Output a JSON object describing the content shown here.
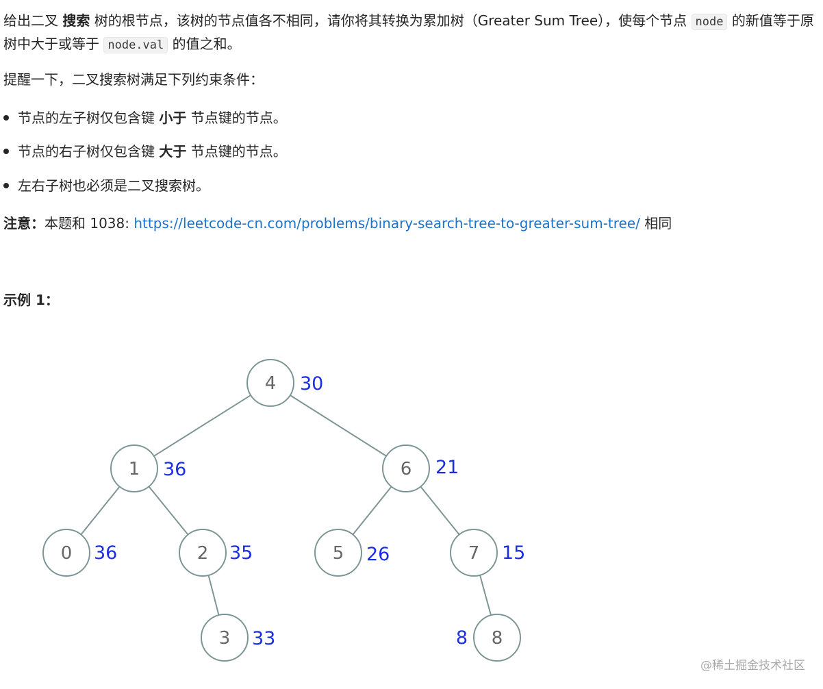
{
  "intro": {
    "part1": "给出二叉 ",
    "bold1": "搜索",
    "part2": " 树的根节点，该树的节点值各不相同，请你将其转换为累加树（Greater Sum Tree），使每个节点 ",
    "code1": "node",
    "part3": " 的新值等于原树中大于或等于 ",
    "code2": "node.val",
    "part4": " 的值之和。"
  },
  "reminder": "提醒一下，二叉搜索树满足下列约束条件：",
  "constraints": [
    {
      "pre": "节点的左子树仅包含键 ",
      "bold": "小于",
      "post": " 节点键的节点。"
    },
    {
      "pre": "节点的右子树仅包含键 ",
      "bold": "大于",
      "post": " 节点键的节点。"
    },
    {
      "pre": "左右子树也必须是二叉搜索树。",
      "bold": "",
      "post": ""
    }
  ],
  "note": {
    "label": "注意：",
    "text": "本题和 1038: ",
    "link": "https://leetcode-cn.com/problems/binary-search-tree-to-greater-sum-tree/",
    "suffix": " 相同"
  },
  "example_title": "示例 1：",
  "tree": {
    "nodes": [
      {
        "id": "n4",
        "val": "4",
        "sum": "30"
      },
      {
        "id": "n1",
        "val": "1",
        "sum": "36"
      },
      {
        "id": "n6",
        "val": "6",
        "sum": "21"
      },
      {
        "id": "n0",
        "val": "0",
        "sum": "36"
      },
      {
        "id": "n2",
        "val": "2",
        "sum": "35"
      },
      {
        "id": "n5",
        "val": "5",
        "sum": "26"
      },
      {
        "id": "n7",
        "val": "7",
        "sum": "15"
      },
      {
        "id": "n3",
        "val": "3",
        "sum": "33"
      },
      {
        "id": "n8",
        "val": "8",
        "sum": "8"
      }
    ],
    "edges": [
      [
        "n4",
        "n1"
      ],
      [
        "n4",
        "n6"
      ],
      [
        "n1",
        "n0"
      ],
      [
        "n1",
        "n2"
      ],
      [
        "n6",
        "n5"
      ],
      [
        "n6",
        "n7"
      ],
      [
        "n2",
        "n3"
      ],
      [
        "n7",
        "n8"
      ]
    ],
    "colors": {
      "stroke": "#7e9596",
      "node_text": "#666666",
      "sum_text": "#1a2ee0"
    }
  },
  "watermark": "@稀土掘金技术社区"
}
